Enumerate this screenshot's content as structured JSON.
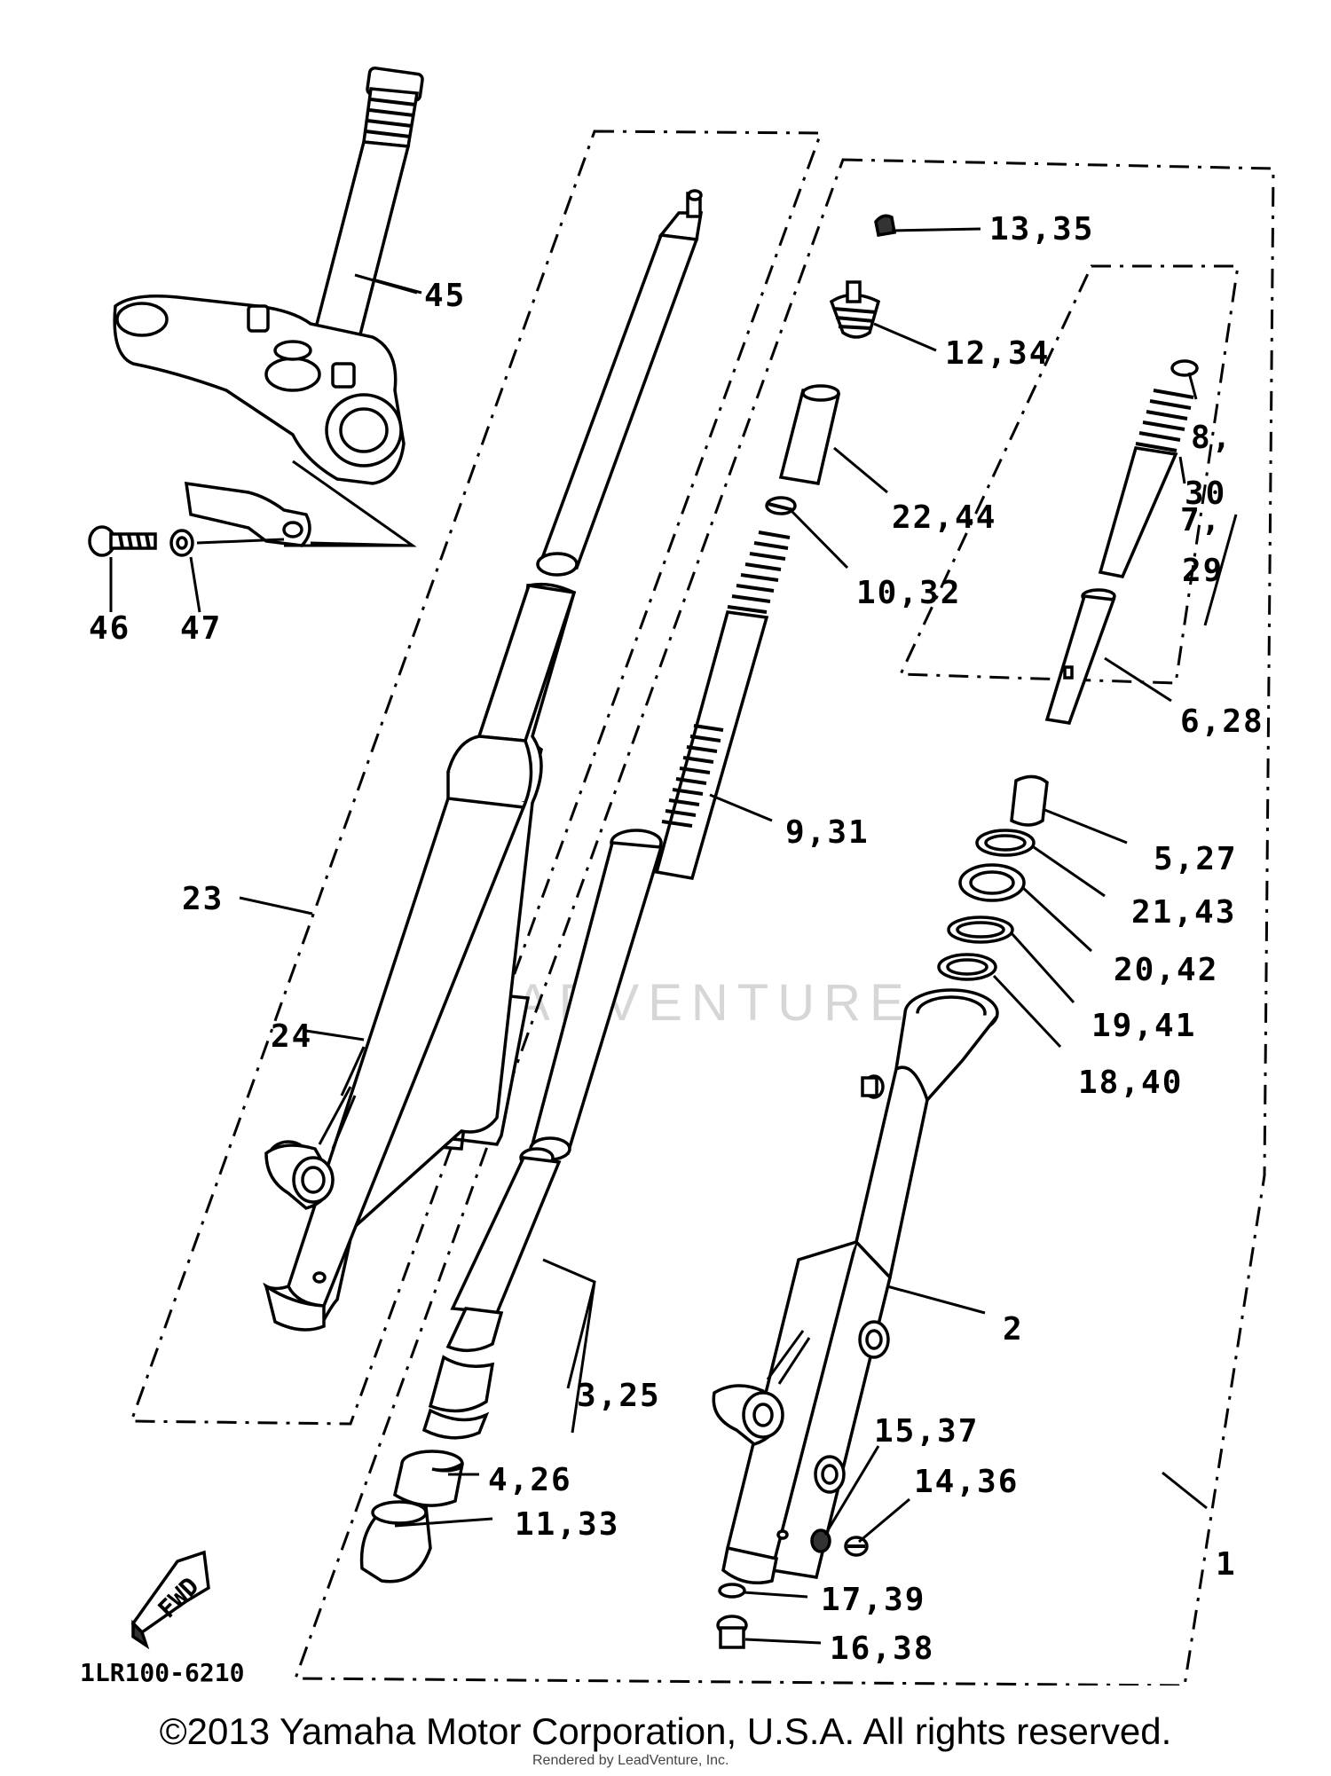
{
  "diagram": {
    "drawing_code": "1LR100-6210",
    "fwd_label": "FWD",
    "watermark": "LEADVENTURE",
    "callouts": {
      "c45": "45",
      "c46": "46",
      "c47": "47",
      "c23": "23",
      "c24": "24",
      "c3_25": "3,25",
      "c4_26": "4,26",
      "c11_33": "11,33",
      "c13_35": "13,35",
      "c12_34": "12,34",
      "c22_44": "22,44",
      "c10_32": "10,32",
      "c9_31": "9,31",
      "c8": "8,",
      "c30": "30",
      "c7": "7,",
      "c29": "29",
      "c6_28": "6,28",
      "c5_27": "5,27",
      "c21_43": "21,43",
      "c20_42": "20,42",
      "c19_41": "19,41",
      "c18_40": "18,40",
      "c2": "2",
      "c15_37": "15,37",
      "c14_36": "14,36",
      "c1": "1",
      "c17_39": "17,39",
      "c16_38": "16,38"
    }
  },
  "footer": {
    "copyright": "©2013 Yamaha Motor Corporation, U.S.A. All rights reserved.",
    "rendered_by": "Rendered by LeadVenture, Inc."
  }
}
